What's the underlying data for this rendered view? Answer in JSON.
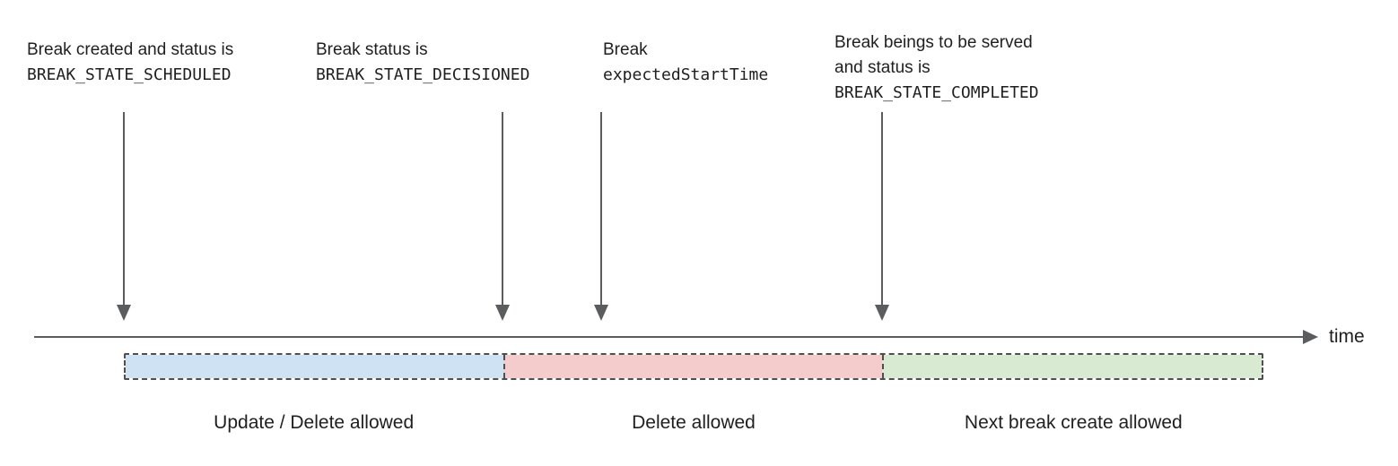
{
  "colors": {
    "text": "#1f1f1f",
    "arrow_axis_gray": "#5a5c5e",
    "dashed_border_gray": "#4f4f4f",
    "segment_blue": "#cfe2f3",
    "segment_red": "#f4cccc",
    "segment_green": "#d9ead3",
    "background": "#ffffff"
  },
  "diagram": {
    "annotations": [
      {
        "line1": "Break created and status is",
        "code": "BREAK_STATE_SCHEDULED"
      },
      {
        "line1": "Break status is",
        "code": "BREAK_STATE_DECISIONED"
      },
      {
        "line1": "Break",
        "code": "expectedStartTime"
      },
      {
        "line1": "Break beings to be served",
        "line2": "and status is",
        "code": "BREAK_STATE_COMPLETED"
      }
    ],
    "axis": {
      "label": "time"
    },
    "segments": [
      {
        "label": "Update / Delete allowed",
        "fill": "#cfe2f3"
      },
      {
        "label": "Delete allowed",
        "fill": "#f4cccc"
      },
      {
        "label": "Next break create allowed",
        "fill": "#d9ead3"
      }
    ]
  }
}
